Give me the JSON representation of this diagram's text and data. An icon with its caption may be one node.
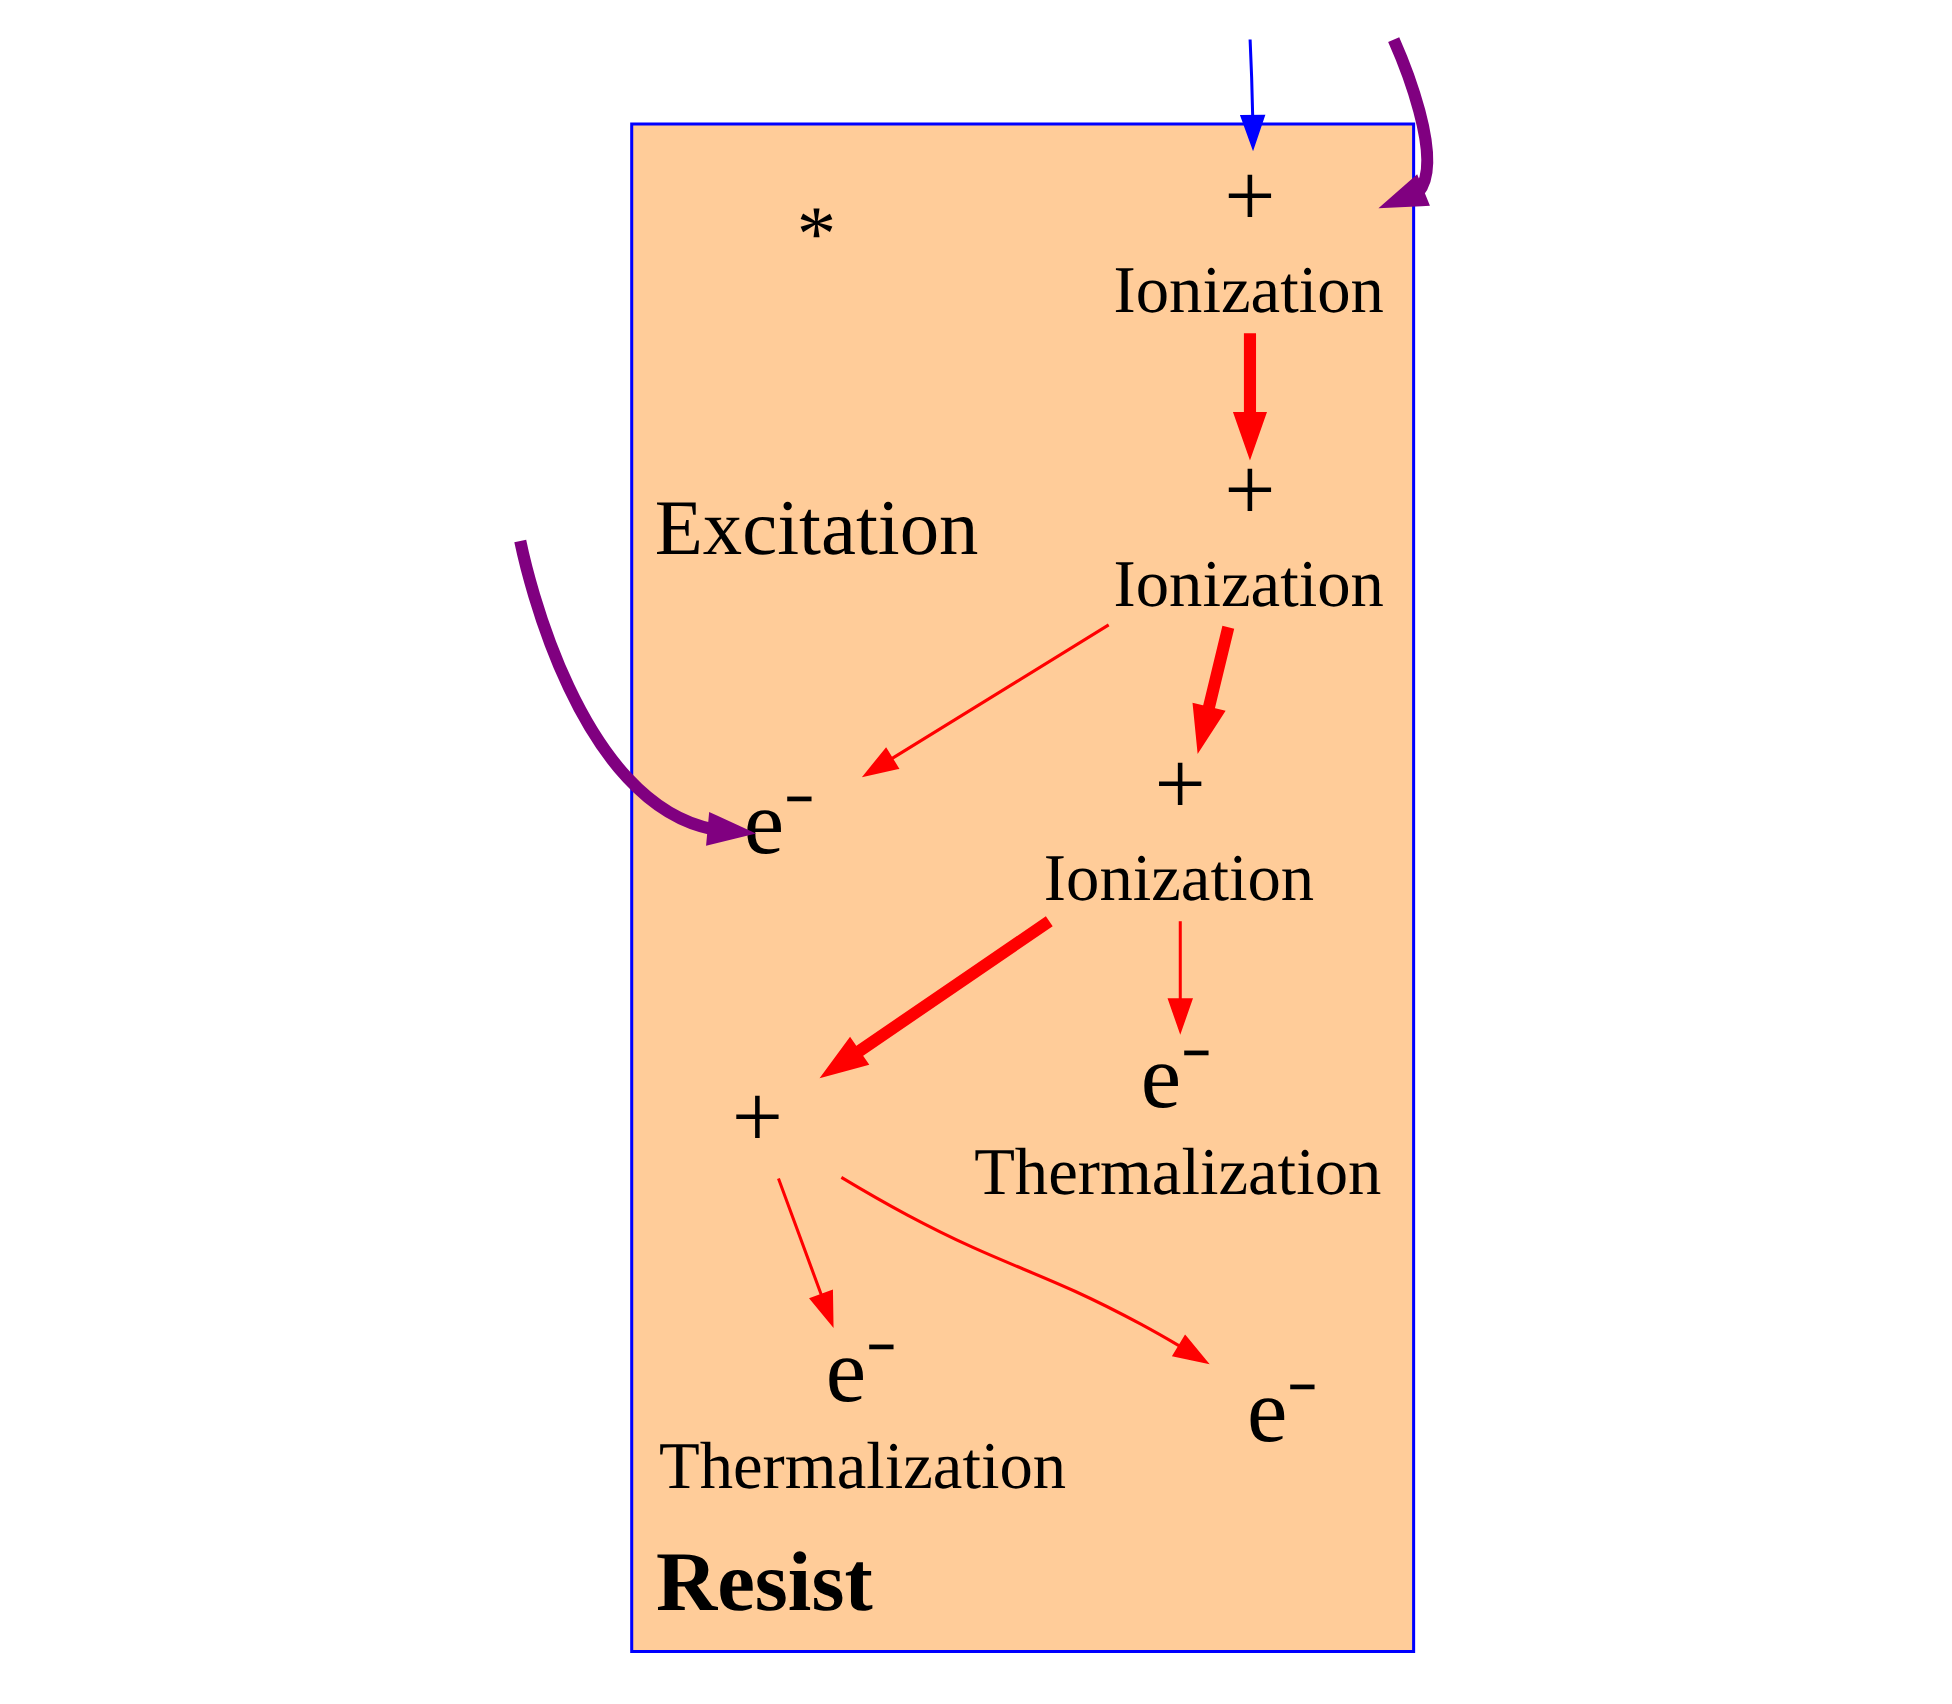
{
  "diagram": {
    "nodes": [
      {
        "text": [
          "Resist"
        ]
      },
      {
        "text": [
          "+"
        ],
        "beside": [
          "Ionization"
        ],
        "in": 0
      },
      {
        "text": [
          "+"
        ],
        "beside": [
          "Ionization"
        ],
        "in": 0
      },
      {
        "text": [
          "+"
        ],
        "beside": [
          "Ionization"
        ],
        "in": 0
      },
      {
        "text": [
          "+"
        ],
        "in": 0
      },
      {
        "text": [
          "e⁻"
        ],
        "beside": [
          "Thermalization"
        ],
        "in": 0
      },
      {
        "text": [
          "e⁻"
        ],
        "in": 0
      },
      {
        "text": [
          "e⁻"
        ],
        "in": 0
      },
      {
        "text": [
          "e⁻"
        ],
        "beside": [
          "Thermalization"
        ],
        "in": 0
      }
    ],
    "edges": [
      {
        "from": null,
        "to": 1,
        "arrow": "to",
        "style": "thick",
        "color": "#800080"
      },
      {
        "from": null,
        "to": 1,
        "arrow": "to",
        "color": "#0000ff"
      },
      {
        "from": null,
        "to": 6,
        "arrow": "to",
        "style": "thick",
        "color": "#800080"
      },
      {
        "from": 1,
        "to": 2,
        "arrow": "to",
        "style": "thick"
      },
      {
        "from": 2,
        "to": 3,
        "arrow": "to",
        "style": "thick"
      },
      {
        "from": 3,
        "to": 4,
        "arrow": "to",
        "style": "thick"
      },
      {
        "from": 2,
        "to": 6,
        "arrow": "to"
      },
      {
        "from": 4,
        "to": 5,
        "arrow": "to"
      },
      {
        "from": 4,
        "to": 7,
        "arrow": "to"
      },
      {
        "from": 3,
        "to": 8,
        "arrow": "to"
      }
    ],
    "labels": [
      "*",
      "Excitation"
    ]
  }
}
